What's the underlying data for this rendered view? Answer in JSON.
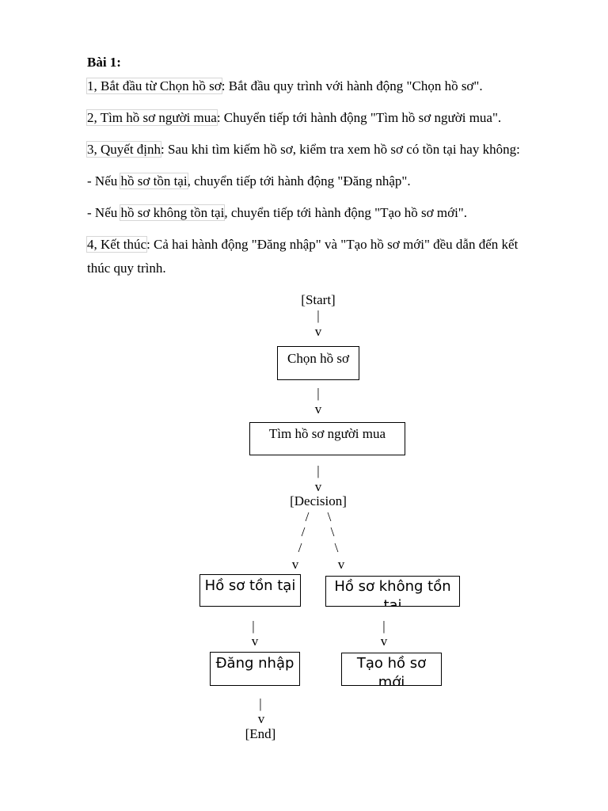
{
  "heading": "Bài 1:",
  "steps": [
    {
      "ref": "1, Bắt đầu từ Chọn hồ sơ",
      "rest": ": Bắt đầu quy trình với hành động \"Chọn hồ sơ\"."
    },
    {
      "ref": "2, Tìm hồ sơ người mua",
      "rest": ": Chuyển tiếp tới hành động \"Tìm hồ sơ người mua\"."
    },
    {
      "ref": "3, Quyết định",
      "rest": ": Sau khi tìm kiếm hồ sơ, kiểm tra xem hồ sơ có tồn tại hay không:"
    },
    {
      "pre": "- Nếu ",
      "ref": "hồ sơ tồn tại",
      "rest": ", chuyển tiếp tới hành động \"Đăng nhập\"."
    },
    {
      "pre": "- Nếu ",
      "ref": "hồ sơ không tồn tại",
      "rest": ", chuyển tiếp tới hành động \"Tạo hồ sơ mới\"."
    },
    {
      "ref": "4, Kết thúc",
      "rest": ": Cả hai hành động \"Đăng nhập\" và \"Tạo hồ sơ mới\" đều dẫn đến kết",
      "line2": "thúc quy trình."
    }
  ],
  "diagram": {
    "start": "[Start]",
    "pipe": "|",
    "arrow": "v",
    "slash": "/",
    "backslash": "\\",
    "step1": "Chọn hồ sơ",
    "step2": "Tìm hồ sơ người mua",
    "decision": "[Decision]",
    "yes_branch": "Hồ sơ tồn tại",
    "no_branch": "Hồ sơ không tồn tại",
    "login": "Đăng nhập",
    "create": "Tạo hồ sơ mới",
    "end": "[End]"
  }
}
